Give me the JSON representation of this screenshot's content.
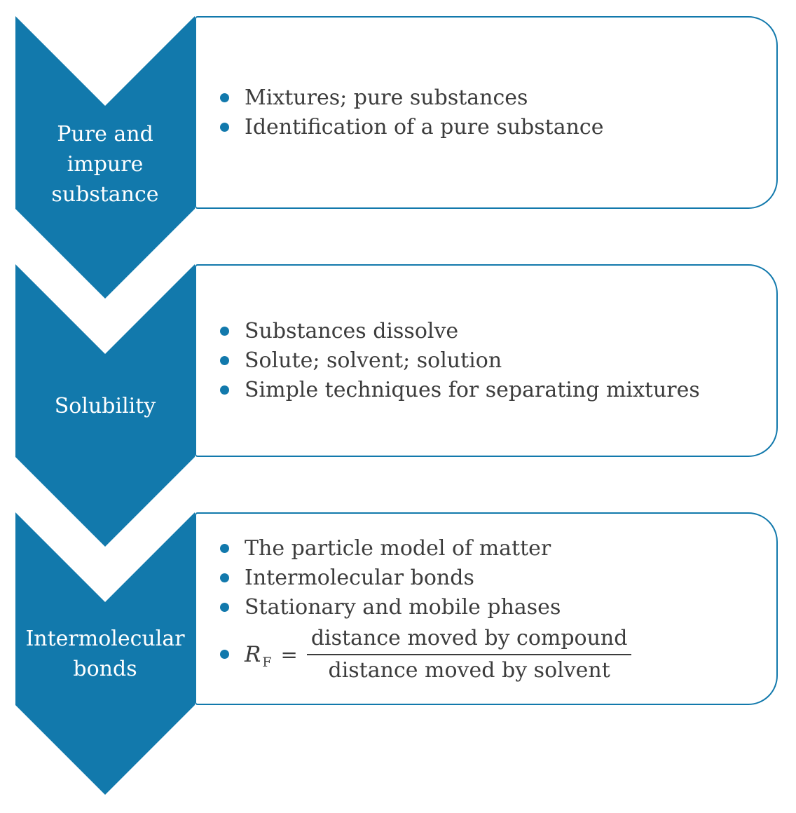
{
  "colors": {
    "blue": "#1279AC",
    "text_gray": "#3C3C3C",
    "label_white": "#FFFFFF"
  },
  "sections": [
    {
      "label": "Pure and impure substance",
      "bullets": [
        "Mixtures; pure substances",
        "Identification of a pure substance"
      ]
    },
    {
      "label": "Solubility",
      "bullets": [
        "Substances dissolve",
        "Solute; solvent; solution",
        "Simple techniques for separating mixtures"
      ]
    },
    {
      "label": "Intermolecular bonds",
      "bullets": [
        "The particle model of matter",
        "Intermolecular bonds",
        "Stationary and mobile phases"
      ],
      "formula": {
        "symbol": "R",
        "subscript": "F",
        "equals": "=",
        "numerator": "distance moved by compound",
        "denominator": "distance moved by solvent"
      }
    }
  ]
}
